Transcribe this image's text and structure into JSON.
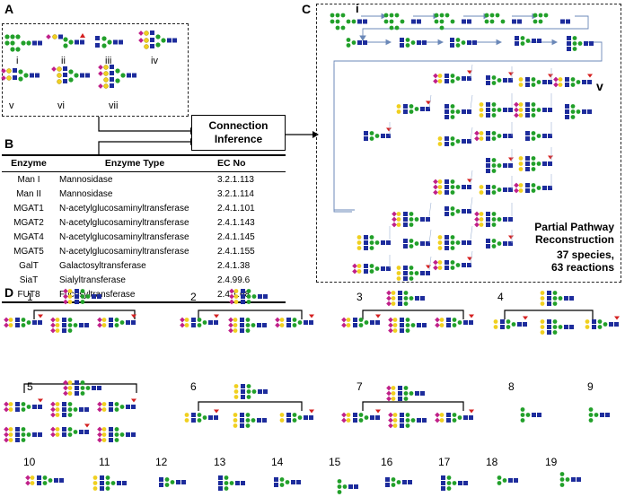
{
  "panels": {
    "a": "A",
    "b": "B",
    "c": "C",
    "d": "D"
  },
  "panel_a": {
    "labels": [
      "i",
      "ii",
      "iii",
      "iv",
      "v",
      "vi",
      "vii"
    ]
  },
  "connection_box": {
    "line1": "Connection",
    "line2": "Inference"
  },
  "enzyme_table": {
    "headers": [
      "Enzyme",
      "Enzyme Type",
      "EC No"
    ],
    "rows": [
      [
        "Man I",
        "Mannosidase",
        "3.2.1.113"
      ],
      [
        "Man II",
        "Mannosidase",
        "3.2.1.114"
      ],
      [
        "MGAT1",
        "N-acetylglucosaminyltransferase",
        "2.4.1.101"
      ],
      [
        "MGAT2",
        "N-acetylglucosaminyltransferase",
        "2.4.1.143"
      ],
      [
        "MGAT4",
        "N-acetylglucosaminyltransferase",
        "2.4.1.145"
      ],
      [
        "MGAT5",
        "N-acetylglucosaminyltransferase",
        "2.4.1.155"
      ],
      [
        "GalT",
        "Galactosyltransferase",
        "2.4.1.38"
      ],
      [
        "SiaT",
        "Sialyltransferase",
        "2.4.99.6"
      ],
      [
        "FUT8",
        "Fucosyltransferase",
        "2.4.1.68"
      ]
    ]
  },
  "panel_c": {
    "start_label": "i",
    "end_label": "v",
    "summary": {
      "line1": "Partial Pathway",
      "line2": "Reconstruction",
      "line3": "37 species,",
      "line4": "63 reactions"
    }
  },
  "panel_d": {
    "numbers": [
      "1",
      "2",
      "3",
      "4",
      "5",
      "6",
      "7",
      "8",
      "9",
      "10",
      "11",
      "12",
      "13",
      "14",
      "15",
      "16",
      "17",
      "18",
      "19"
    ]
  },
  "colors": {
    "mannose": "#22a02a",
    "glcnac": "#1d2c9c",
    "galactose": "#f0d020",
    "sialic_acid": "#c0208a",
    "fucose": "#d41f1f"
  }
}
